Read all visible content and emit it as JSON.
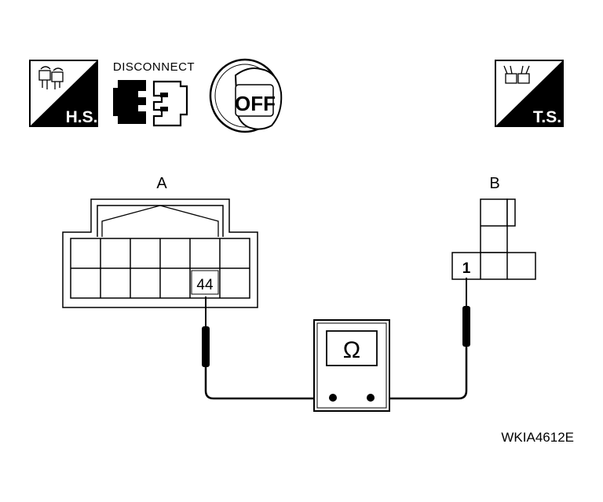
{
  "icons": {
    "hs": {
      "label": "H.S."
    },
    "disconnect": {
      "label": "DISCONNECT"
    },
    "ignition": {
      "label": "OFF"
    },
    "ts": {
      "label": "T.S."
    }
  },
  "connector_a": {
    "label": "A",
    "terminal": "44"
  },
  "connector_b": {
    "label": "B",
    "terminal": "1"
  },
  "meter": {
    "symbol": "Ω"
  },
  "figure_code": "WKIA4612E",
  "colors": {
    "ink": "#000000",
    "paper": "#ffffff"
  }
}
